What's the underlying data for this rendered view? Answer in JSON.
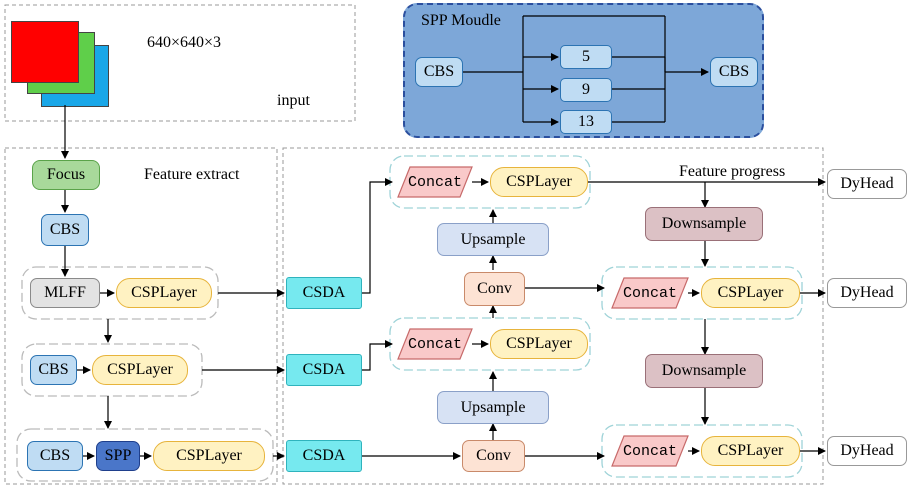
{
  "input": {
    "dims": "640×640×3",
    "label": "input"
  },
  "spp_module": {
    "title": "SPP Moudle",
    "cbs_in": "CBS",
    "kernels": [
      "5",
      "9",
      "13"
    ],
    "cbs_out": "CBS"
  },
  "backbone": {
    "title": "Feature extract",
    "focus": "Focus",
    "cbs1": "CBS",
    "mlff": "MLFF",
    "csplayer1": "CSPLayer",
    "cbs2": "CBS",
    "csplayer2": "CSPLayer",
    "cbs3": "CBS",
    "spp": "SPP",
    "csplayer3": "CSPLayer"
  },
  "csda": [
    "CSDA",
    "CSDA",
    "CSDA"
  ],
  "neck": {
    "title": "Feature progress",
    "concat_top": "Concat",
    "csplayer_top": "CSPLayer",
    "upsample1": "Upsample",
    "conv1": "Conv",
    "concat_mid": "Concat",
    "csplayer_mid": "CSPLayer",
    "upsample2": "Upsample",
    "conv2": "Conv",
    "downsample1": "Downsample",
    "concat_r1": "Concat",
    "csplayer_r1": "CSPLayer",
    "downsample2": "Downsample",
    "concat_r2": "Concat",
    "csplayer_r2": "CSPLayer"
  },
  "heads": [
    "DyHead",
    "DyHead",
    "DyHead"
  ],
  "colors": {
    "red": "#ff0000",
    "green": "#5fcf4a",
    "cyan": "#19a7e8",
    "spp_bg": "#7da7d8",
    "spp_border": "#2b4f9e"
  }
}
